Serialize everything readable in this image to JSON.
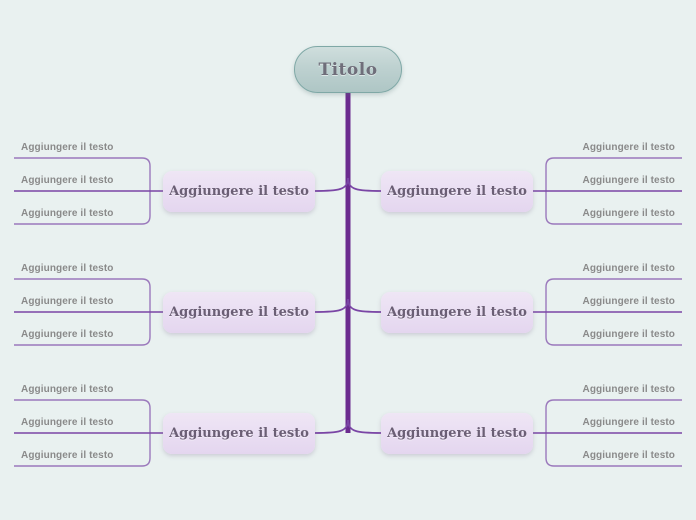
{
  "document": {
    "type": "mind-map",
    "language": "it",
    "background_color": "#e9f1f0"
  },
  "colors": {
    "background": "#e9f1f0",
    "spine": "#6b2b8f",
    "connector": "#7a46a5",
    "leaf_rule": "#9b79bc",
    "title_fill_top": "#cfdedd",
    "title_fill_bottom": "#aec6c5",
    "title_border": "#7fa8a6",
    "title_text": "#6f6e7a",
    "branch_fill_top": "#efe6f5",
    "branch_fill_bottom": "#e4d6ef",
    "branch_text": "#6b5f75",
    "leaf_text": "#8a8a8a"
  },
  "root": {
    "label": "Titolo"
  },
  "branches": [
    {
      "id": "branch-left-1",
      "side": "left",
      "label": "Aggiungere il testo",
      "leaves": [
        {
          "label": "Aggiungere il testo"
        },
        {
          "label": "Aggiungere il testo"
        },
        {
          "label": "Aggiungere il testo"
        }
      ]
    },
    {
      "id": "branch-right-1",
      "side": "right",
      "label": "Aggiungere il testo",
      "leaves": [
        {
          "label": "Aggiungere il testo"
        },
        {
          "label": "Aggiungere il testo"
        },
        {
          "label": "Aggiungere il testo"
        }
      ]
    },
    {
      "id": "branch-left-2",
      "side": "left",
      "label": "Aggiungere il testo",
      "leaves": [
        {
          "label": "Aggiungere il testo"
        },
        {
          "label": "Aggiungere il testo"
        },
        {
          "label": "Aggiungere il testo"
        }
      ]
    },
    {
      "id": "branch-right-2",
      "side": "right",
      "label": "Aggiungere il testo",
      "leaves": [
        {
          "label": "Aggiungere il testo"
        },
        {
          "label": "Aggiungere il testo"
        },
        {
          "label": "Aggiungere il testo"
        }
      ]
    },
    {
      "id": "branch-left-3",
      "side": "left",
      "label": "Aggiungere il testo",
      "leaves": [
        {
          "label": "Aggiungere il testo"
        },
        {
          "label": "Aggiungere il testo"
        },
        {
          "label": "Aggiungere il testo"
        }
      ]
    },
    {
      "id": "branch-right-3",
      "side": "right",
      "label": "Aggiungere il testo",
      "leaves": [
        {
          "label": "Aggiungere il testo"
        },
        {
          "label": "Aggiungere il testo"
        },
        {
          "label": "Aggiungere il testo"
        }
      ]
    }
  ]
}
